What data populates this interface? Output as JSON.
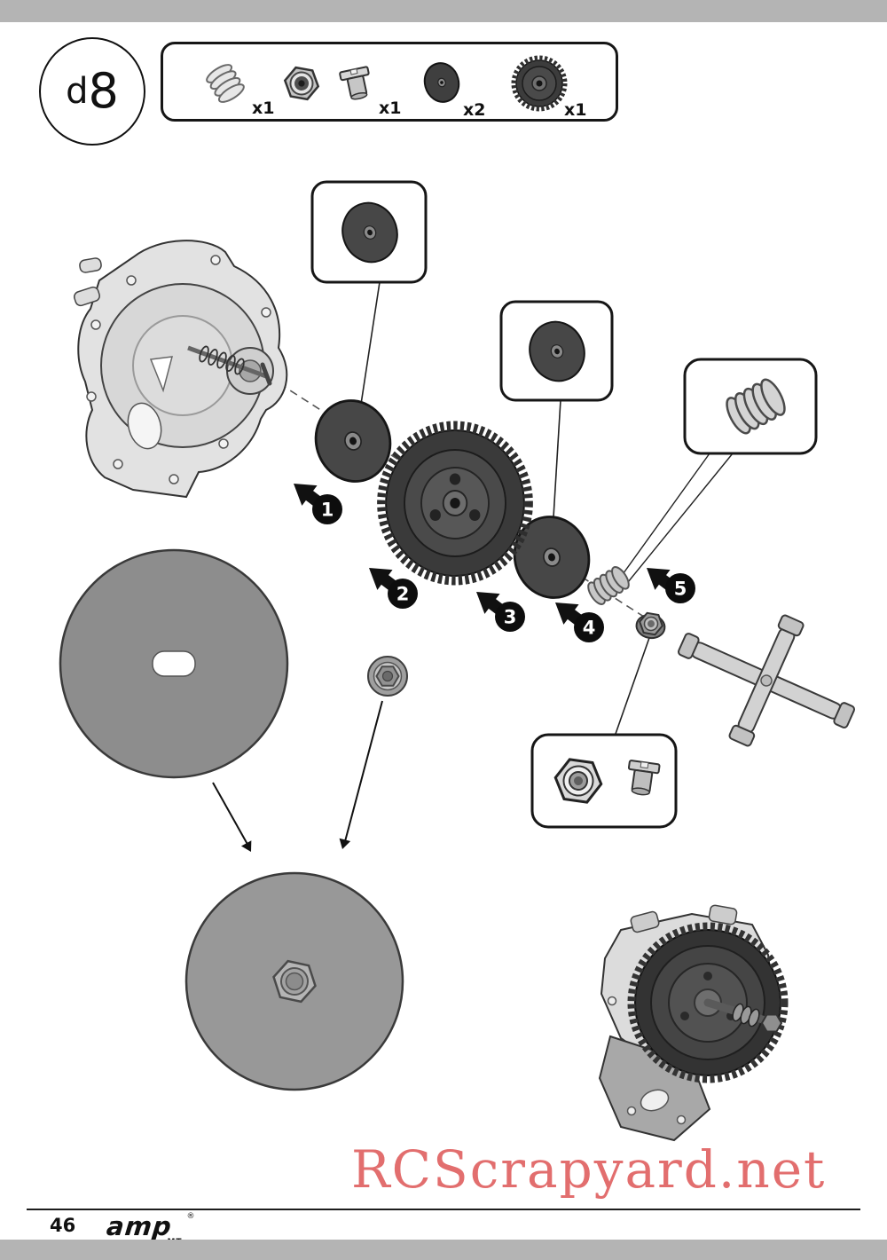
{
  "page": {
    "step_prefix": "d",
    "step_digit": "8",
    "page_number": "46",
    "watermark": "RCScrapyard.net",
    "brand_name": "amp",
    "brand_sub": "MT",
    "brand_reg": "®"
  },
  "parts_box": {
    "items": [
      {
        "icon": "slipper-spring-icon",
        "qty": "x1"
      },
      {
        "icon": "lock-nut-icon",
        "qty": ""
      },
      {
        "icon": "flanged-bushing-icon",
        "qty": "x1"
      },
      {
        "icon": "slipper-pad-icon",
        "qty": "x2"
      },
      {
        "icon": "spur-gear-icon",
        "qty": "x1"
      }
    ]
  },
  "steps": [
    {
      "number": "1"
    },
    {
      "number": "2"
    },
    {
      "number": "3"
    },
    {
      "number": "4"
    },
    {
      "number": "5"
    }
  ]
}
